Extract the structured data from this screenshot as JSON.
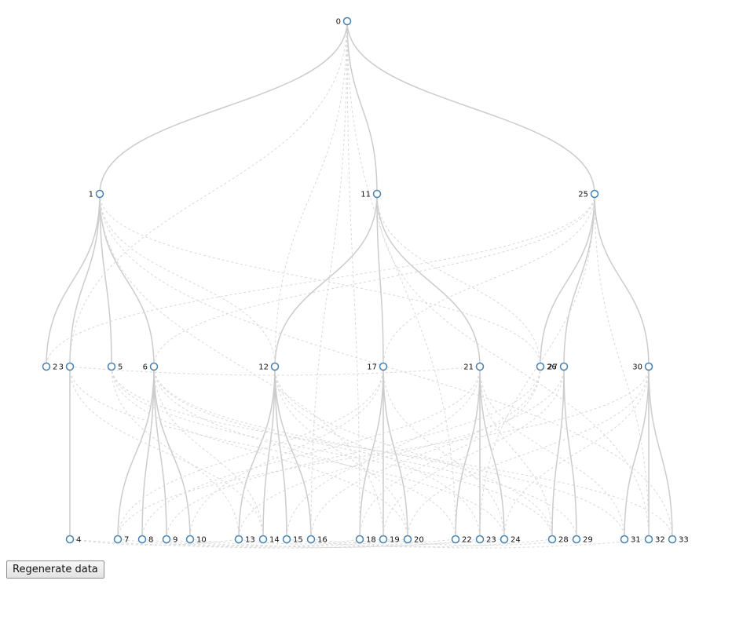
{
  "controls": {
    "regenerate_label": "Regenerate data"
  },
  "colors": {
    "node_stroke": "#4682b4",
    "tree_link": "#cccccc",
    "extra_link": "#d8d8d8"
  },
  "tree": {
    "nodes": [
      {
        "id": 0,
        "label": "0",
        "parent": null,
        "depth": 0
      },
      {
        "id": 1,
        "label": "1",
        "parent": 0,
        "depth": 1
      },
      {
        "id": 11,
        "label": "11",
        "parent": 0,
        "depth": 1
      },
      {
        "id": 25,
        "label": "25",
        "parent": 0,
        "depth": 1
      },
      {
        "id": 2,
        "label": "2",
        "parent": 1,
        "depth": 2
      },
      {
        "id": 3,
        "label": "3",
        "parent": 1,
        "depth": 2
      },
      {
        "id": 5,
        "label": "5",
        "parent": 1,
        "depth": 2
      },
      {
        "id": 6,
        "label": "6",
        "parent": 1,
        "depth": 2
      },
      {
        "id": 12,
        "label": "12",
        "parent": 11,
        "depth": 2
      },
      {
        "id": 17,
        "label": "17",
        "parent": 11,
        "depth": 2
      },
      {
        "id": 21,
        "label": "21",
        "parent": 11,
        "depth": 2
      },
      {
        "id": 26,
        "label": "26",
        "parent": 25,
        "depth": 2
      },
      {
        "id": 27,
        "label": "27",
        "parent": 25,
        "depth": 2
      },
      {
        "id": 30,
        "label": "30",
        "parent": 25,
        "depth": 2
      },
      {
        "id": 4,
        "label": "4",
        "parent": 3,
        "depth": 3
      },
      {
        "id": 7,
        "label": "7",
        "parent": 6,
        "depth": 3
      },
      {
        "id": 8,
        "label": "8",
        "parent": 6,
        "depth": 3
      },
      {
        "id": 9,
        "label": "9",
        "parent": 6,
        "depth": 3
      },
      {
        "id": 10,
        "label": "10",
        "parent": 6,
        "depth": 3
      },
      {
        "id": 13,
        "label": "13",
        "parent": 12,
        "depth": 3
      },
      {
        "id": 14,
        "label": "14",
        "parent": 12,
        "depth": 3
      },
      {
        "id": 15,
        "label": "15",
        "parent": 12,
        "depth": 3
      },
      {
        "id": 16,
        "label": "16",
        "parent": 12,
        "depth": 3
      },
      {
        "id": 18,
        "label": "18",
        "parent": 17,
        "depth": 3
      },
      {
        "id": 19,
        "label": "19",
        "parent": 17,
        "depth": 3
      },
      {
        "id": 20,
        "label": "20",
        "parent": 17,
        "depth": 3
      },
      {
        "id": 22,
        "label": "22",
        "parent": 21,
        "depth": 3
      },
      {
        "id": 23,
        "label": "23",
        "parent": 21,
        "depth": 3
      },
      {
        "id": 24,
        "label": "24",
        "parent": 21,
        "depth": 3
      },
      {
        "id": 28,
        "label": "28",
        "parent": 27,
        "depth": 3
      },
      {
        "id": 29,
        "label": "29",
        "parent": 27,
        "depth": 3
      },
      {
        "id": 31,
        "label": "31",
        "parent": 30,
        "depth": 3
      },
      {
        "id": 32,
        "label": "32",
        "parent": 30,
        "depth": 3
      },
      {
        "id": 33,
        "label": "33",
        "parent": 30,
        "depth": 3
      }
    ],
    "extra_links": [
      [
        0,
        3
      ],
      [
        0,
        12
      ],
      [
        0,
        16
      ],
      [
        0,
        18
      ],
      [
        0,
        22
      ],
      [
        1,
        12
      ],
      [
        1,
        19
      ],
      [
        1,
        26
      ],
      [
        1,
        33
      ],
      [
        11,
        26
      ],
      [
        11,
        32
      ],
      [
        25,
        2
      ],
      [
        25,
        6
      ],
      [
        25,
        17
      ],
      [
        25,
        23
      ],
      [
        25,
        32
      ],
      [
        3,
        14
      ],
      [
        3,
        21
      ],
      [
        3,
        24
      ],
      [
        5,
        13
      ],
      [
        5,
        20
      ],
      [
        5,
        28
      ],
      [
        5,
        33
      ],
      [
        6,
        14
      ],
      [
        6,
        22
      ],
      [
        6,
        29
      ],
      [
        6,
        31
      ],
      [
        12,
        20
      ],
      [
        12,
        23
      ],
      [
        12,
        28
      ],
      [
        17,
        7
      ],
      [
        17,
        10
      ],
      [
        17,
        24
      ],
      [
        21,
        8
      ],
      [
        21,
        15
      ],
      [
        21,
        28
      ],
      [
        21,
        31
      ],
      [
        26,
        9
      ],
      [
        26,
        16
      ],
      [
        26,
        18
      ],
      [
        27,
        13
      ],
      [
        27,
        19
      ],
      [
        30,
        7
      ],
      [
        30,
        20
      ],
      [
        30,
        24
      ],
      [
        4,
        24
      ],
      [
        7,
        22
      ],
      [
        8,
        19
      ],
      [
        10,
        23
      ],
      [
        13,
        18
      ],
      [
        15,
        28
      ],
      [
        16,
        32
      ],
      [
        19,
        29
      ],
      [
        4,
        13
      ],
      [
        9,
        20
      ]
    ]
  }
}
